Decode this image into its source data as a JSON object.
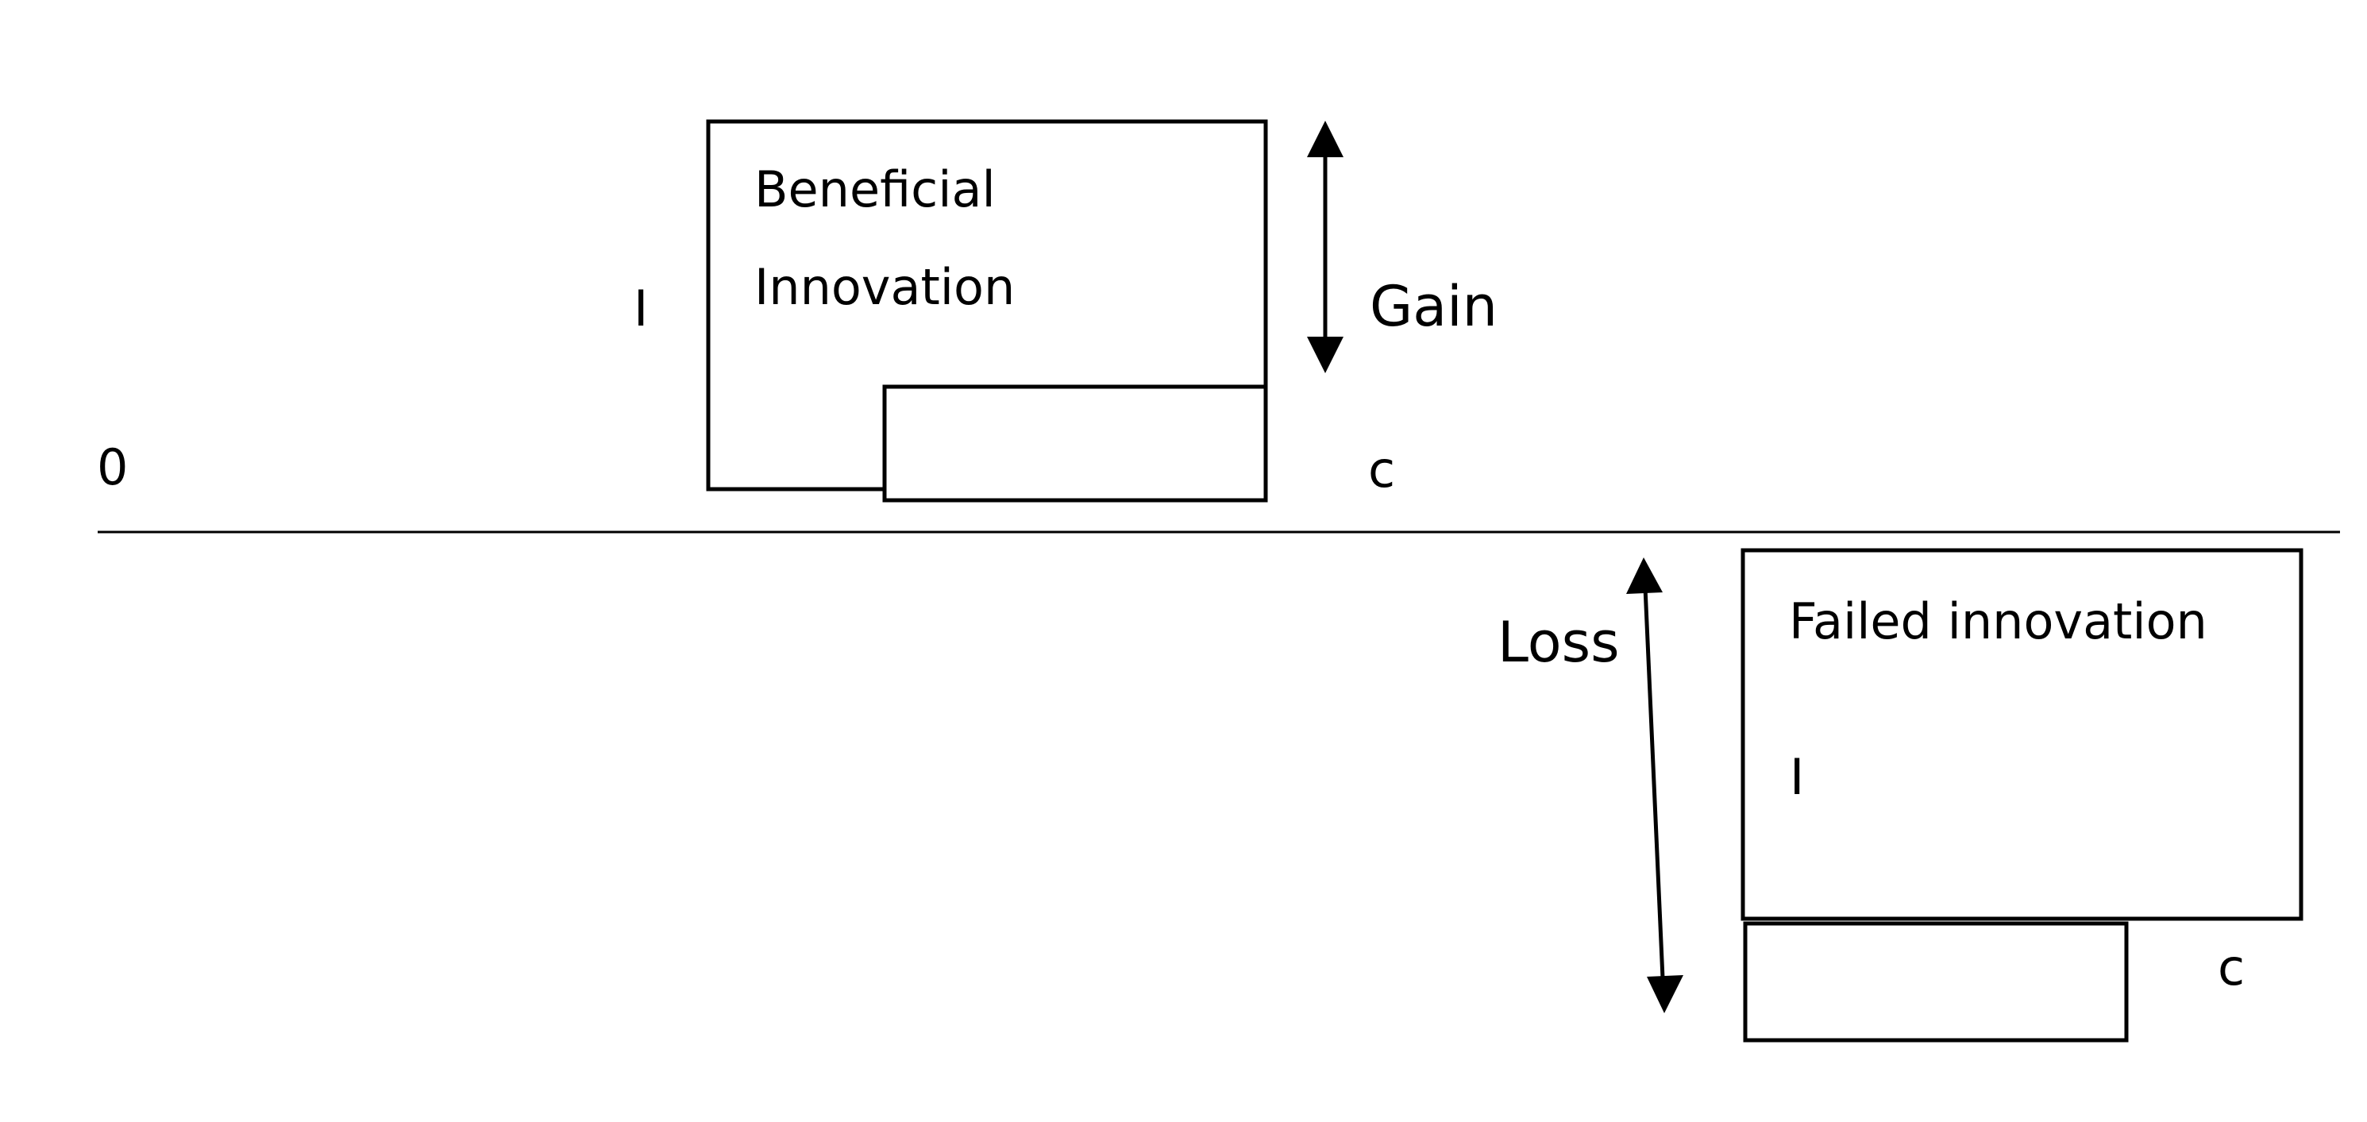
{
  "origin_label": "0",
  "beneficial": {
    "title_line1": "Beneficial",
    "title_line2": "Innovation",
    "innovation_label": "I",
    "cost_label": "c",
    "arrow_label": "Gain"
  },
  "failed": {
    "title": "Failed innovation",
    "innovation_label": "I",
    "cost_label": "c",
    "arrow_label": "Loss"
  },
  "colors": {
    "stroke": "#000000",
    "background": "#ffffff"
  }
}
